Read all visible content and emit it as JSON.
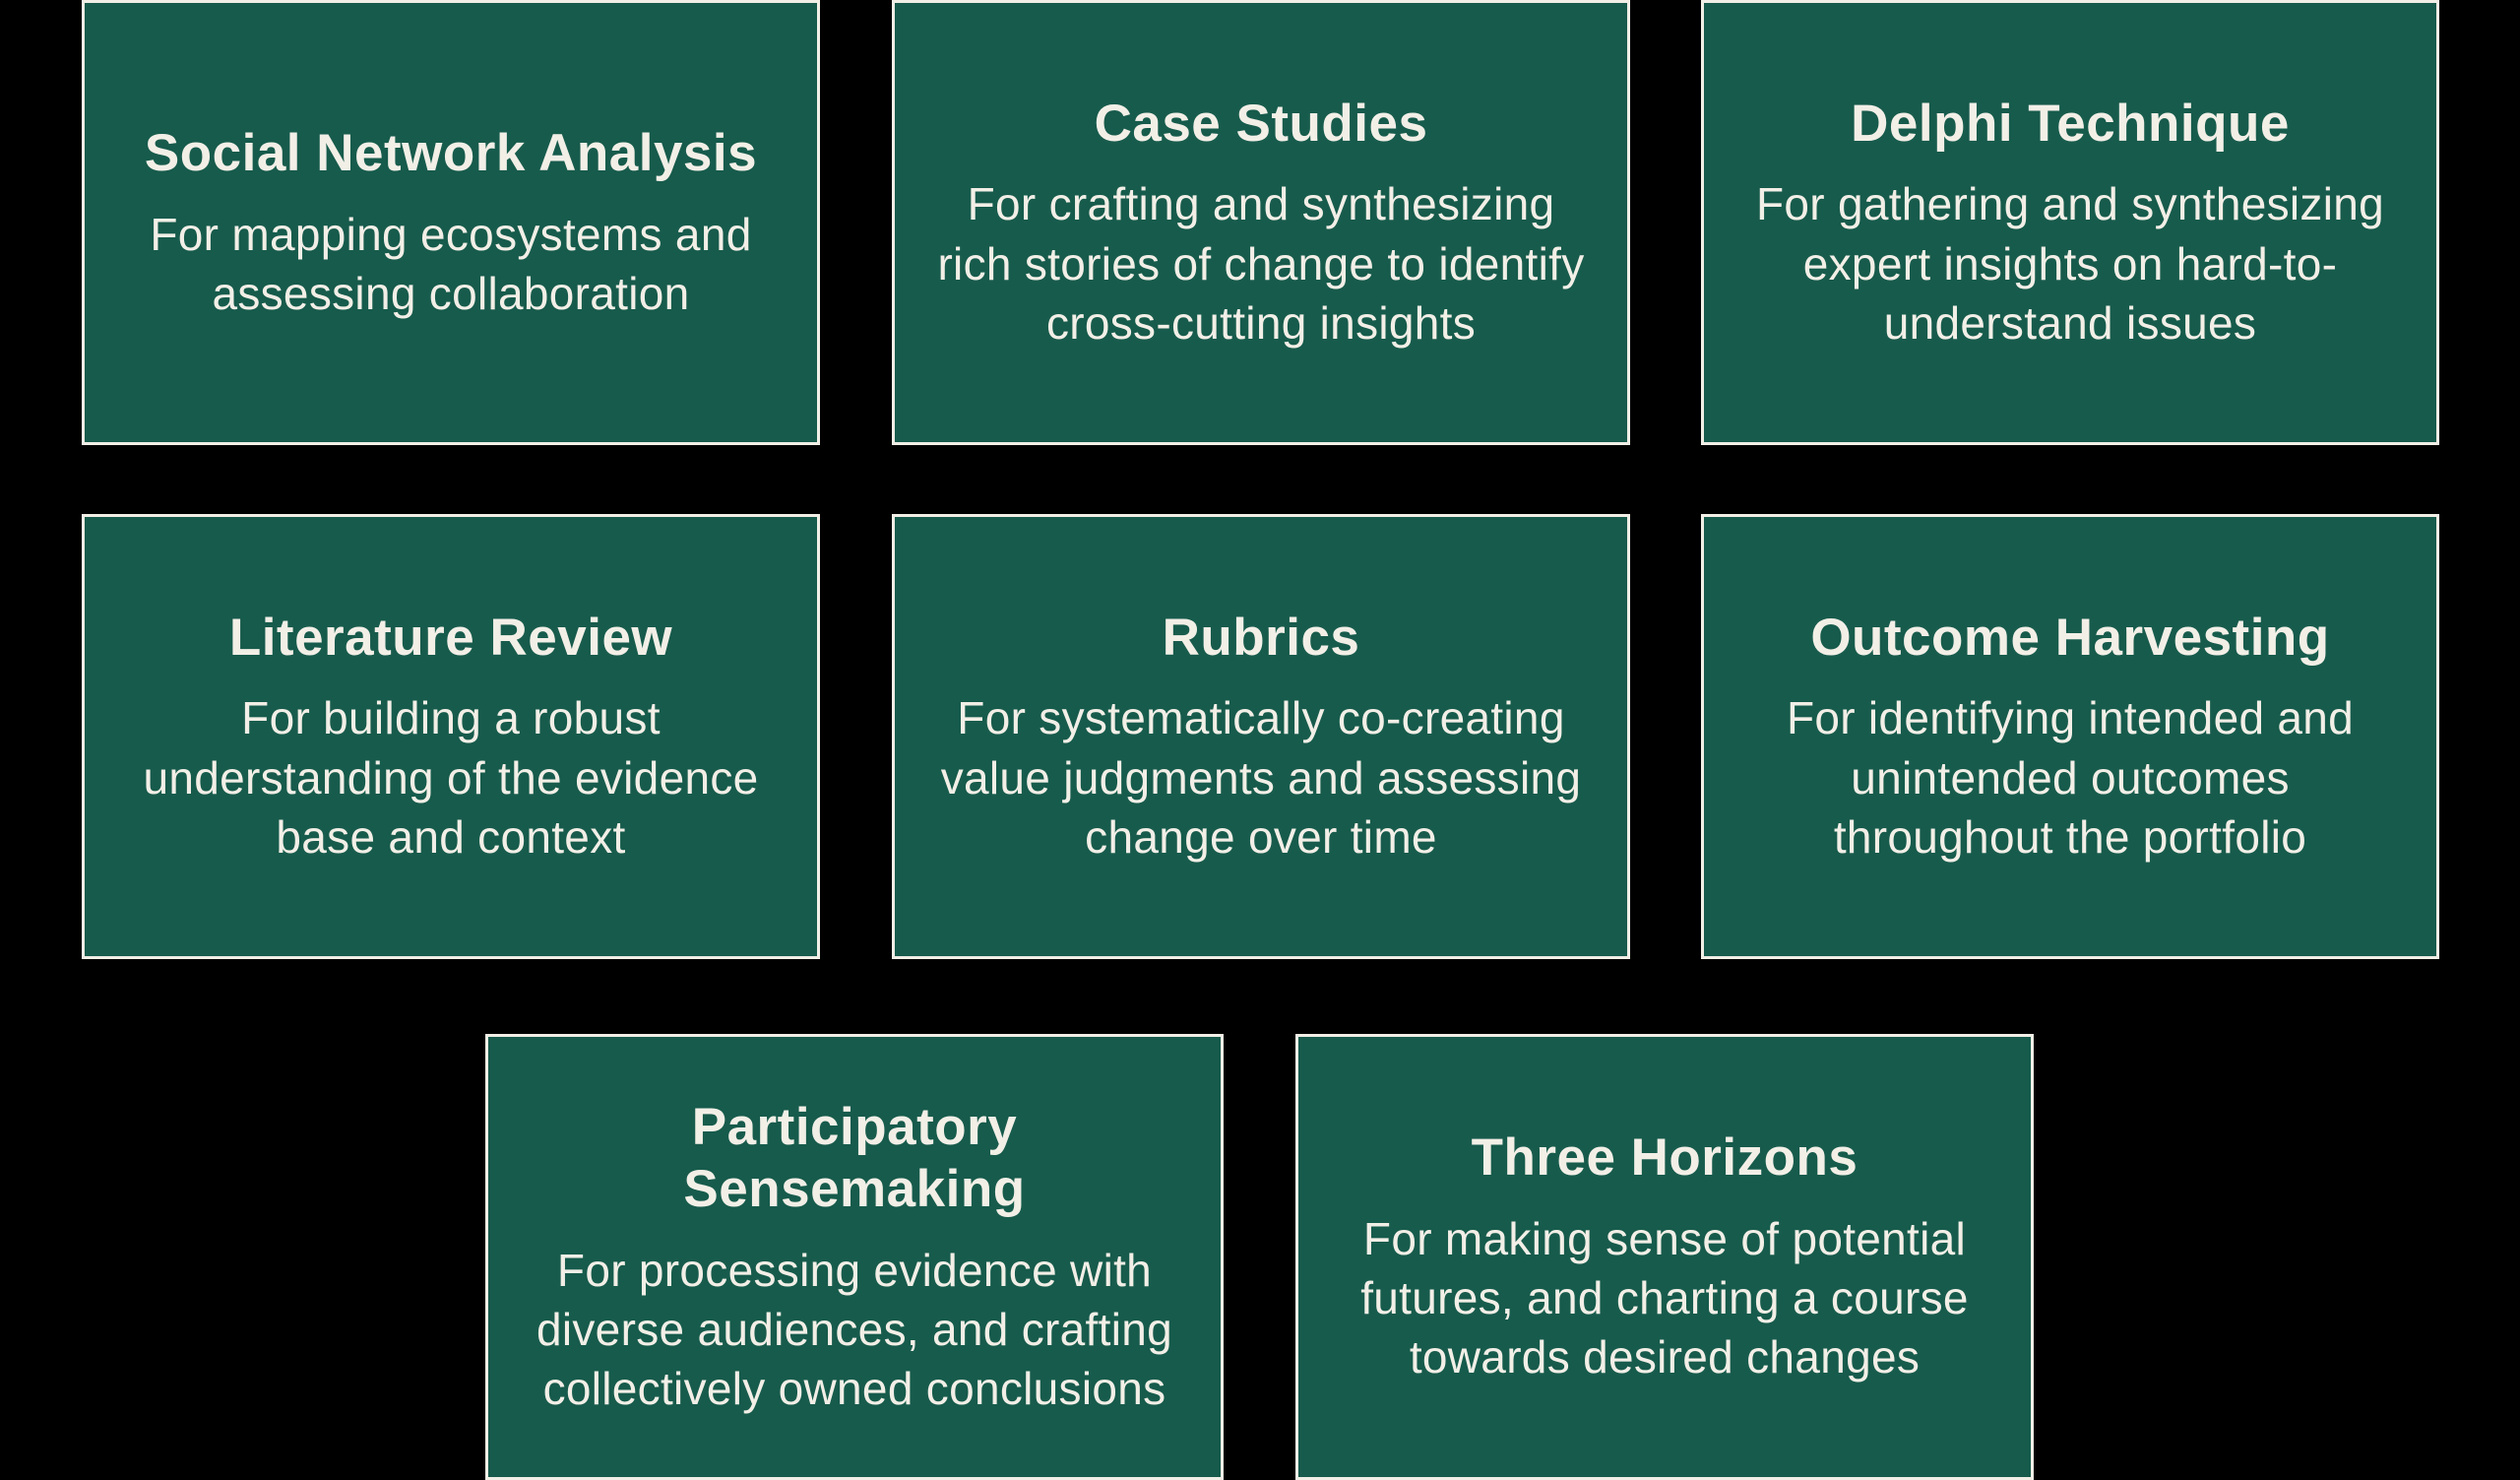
{
  "page": {
    "background_color": "#000000",
    "card_background_color": "#175b4c",
    "card_border_color": "#f2efe7",
    "text_color": "#f2efe7"
  },
  "cards": [
    {
      "title": "Social Network Analysis",
      "description": "For mapping ecosystems and assessing collaboration"
    },
    {
      "title": "Case Studies",
      "description": "For crafting and synthesizing rich stories of change to identify cross-cutting insights"
    },
    {
      "title": "Delphi Technique",
      "description": "For gathering and synthesizing expert insights on hard-to-understand issues"
    },
    {
      "title": "Literature Review",
      "description": "For building a robust understanding of the evidence base and context"
    },
    {
      "title": "Rubrics",
      "description": "For systematically co-creating value judgments and assessing change over time"
    },
    {
      "title": "Outcome Harvesting",
      "description": "For identifying intended and unintended outcomes throughout the portfolio"
    },
    {
      "title": "Participatory Sensemaking",
      "description": "For processing evidence with diverse audiences, and crafting collectively owned conclusions"
    },
    {
      "title": "Three Horizons",
      "description": "For making sense of potential futures, and charting a course towards desired changes"
    }
  ]
}
